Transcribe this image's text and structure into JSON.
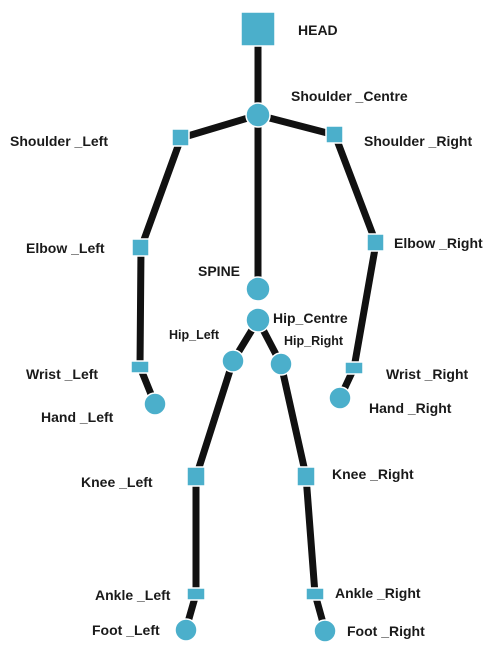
{
  "diagram": {
    "labels": {
      "head": "HEAD",
      "shoulder_centre": "Shoulder _Centre",
      "shoulder_left": "Shoulder _Left",
      "shoulder_right": "Shoulder _Right",
      "elbow_left": "Elbow _Left",
      "elbow_right": "Elbow _Right",
      "spine": "SPINE",
      "hip_centre": "Hip_Centre",
      "hip_left": "Hip_Left",
      "hip_right": "Hip_Right",
      "wrist_left": "Wrist _Left",
      "wrist_right": "Wrist _Right",
      "hand_left": "Hand _Left",
      "hand_right": "Hand _Right",
      "knee_left": "Knee _Left",
      "knee_right": "Knee _Right",
      "ankle_left": "Ankle _Left",
      "ankle_right": "Ankle _Right",
      "foot_left": "Foot _Left",
      "foot_right": "Foot _Right"
    },
    "colors": {
      "joint": "#4bafcb",
      "bone": "#111111"
    }
  }
}
